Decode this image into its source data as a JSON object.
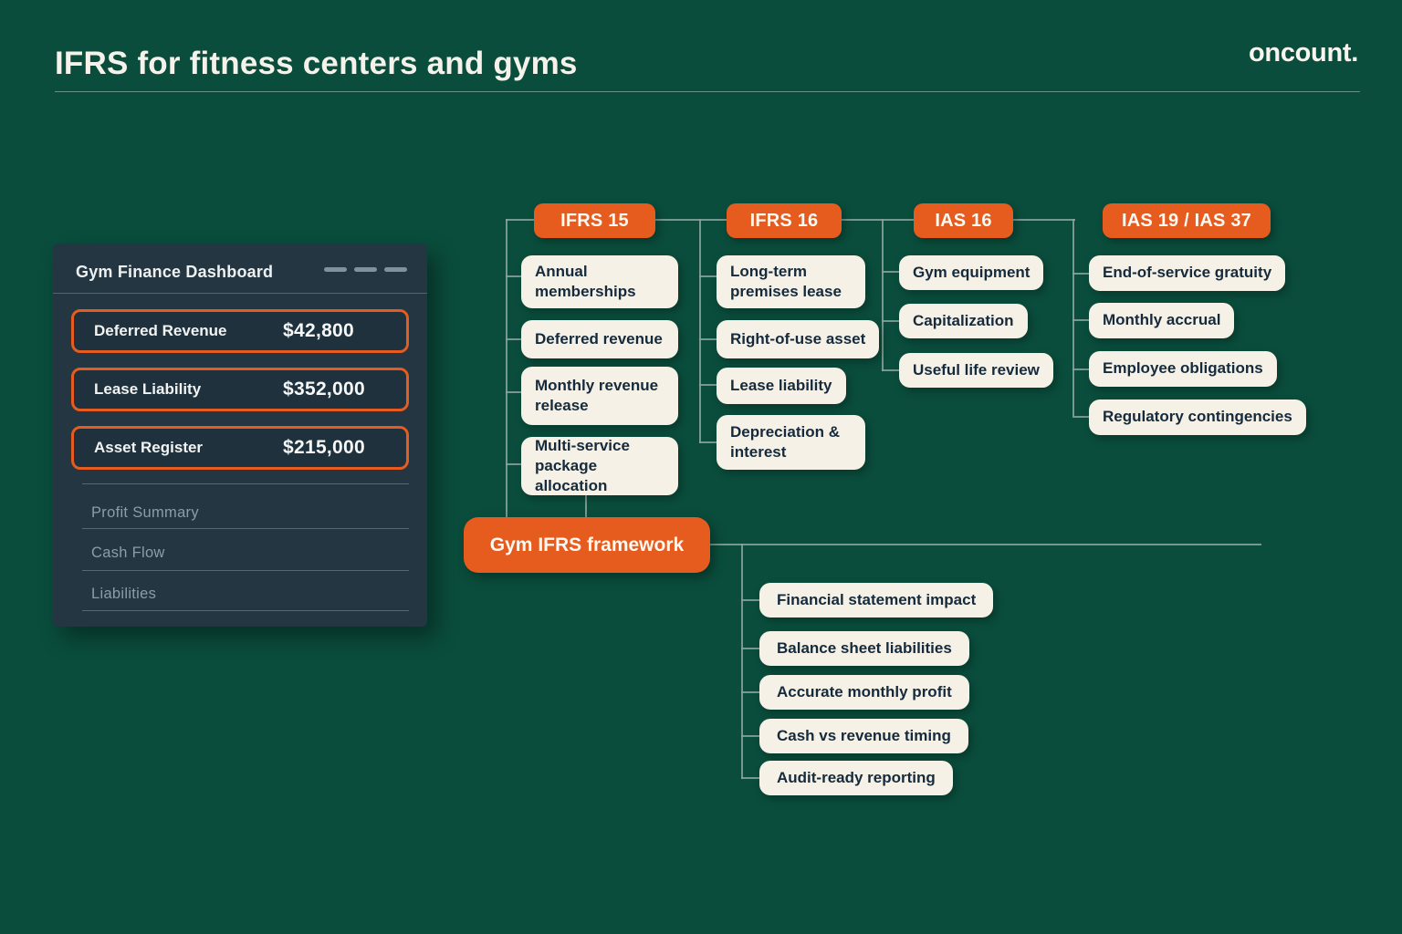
{
  "header": {
    "title": "IFRS for fitness centers and gyms",
    "logo": "oncount."
  },
  "colors": {
    "background": "#0a4d3c",
    "accent_orange": "#e65c1e",
    "card_bg": "#233642",
    "node_cream": "#f5f1e6",
    "node_text": "#152a3c",
    "connector": "#8ca49c"
  },
  "dashboard": {
    "title": "Gym Finance Dashboard",
    "metrics": [
      {
        "label": "Deferred Revenue",
        "value": "$42,800"
      },
      {
        "label": "Lease Liability",
        "value": "$352,000"
      },
      {
        "label": "Asset Register",
        "value": "$215,000"
      }
    ],
    "menu": [
      "Profit Summary",
      "Cash Flow",
      "Liabilities"
    ]
  },
  "tree": {
    "root": "Gym IFRS framework",
    "branches": [
      {
        "label": "IFRS 15",
        "children": [
          "Annual memberships",
          "Deferred revenue",
          "Monthly revenue release",
          "Multi-service package allocation"
        ]
      },
      {
        "label": "IFRS 16",
        "children": [
          "Long-term premises lease",
          "Right-of-use asset",
          "Lease liability",
          "Depreciation & interest"
        ]
      },
      {
        "label": "IAS 16",
        "children": [
          "Gym equipment",
          "Capitalization",
          "Useful life review"
        ]
      },
      {
        "label": "IAS 19 / IAS 37",
        "children": [
          "End-of-service gratuity",
          "Monthly accrual",
          "Employee obligations",
          "Regulatory contingencies"
        ]
      }
    ],
    "outcomes": [
      "Financial statement impact",
      "Balance sheet liabilities",
      "Accurate monthly profit",
      "Cash vs revenue timing",
      "Audit-ready reporting"
    ]
  }
}
